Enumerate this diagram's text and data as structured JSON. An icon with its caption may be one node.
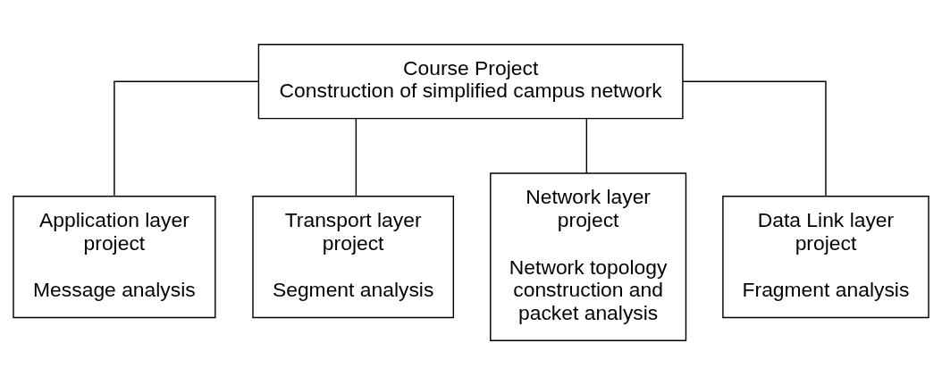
{
  "diagram": {
    "nodes": [
      {
        "text": [
          "Course Project",
          "Construction of simplified campus network"
        ]
      },
      {
        "text": [
          "Application layer project",
          "Message analysis"
        ]
      },
      {
        "text": [
          "Transport layer project",
          "Segment analysis"
        ]
      },
      {
        "text": [
          "Network layer project",
          "Network topology construction and packet analysis"
        ]
      },
      {
        "text": [
          "Data Link layer project",
          "Fragment analysis"
        ]
      }
    ],
    "edges": [
      {
        "from": 0,
        "to": 1,
        "arrow": "none"
      },
      {
        "from": 0,
        "to": 2,
        "arrow": "none"
      },
      {
        "from": 0,
        "to": 3,
        "arrow": "none"
      },
      {
        "from": 0,
        "to": 4,
        "arrow": "none"
      }
    ]
  }
}
